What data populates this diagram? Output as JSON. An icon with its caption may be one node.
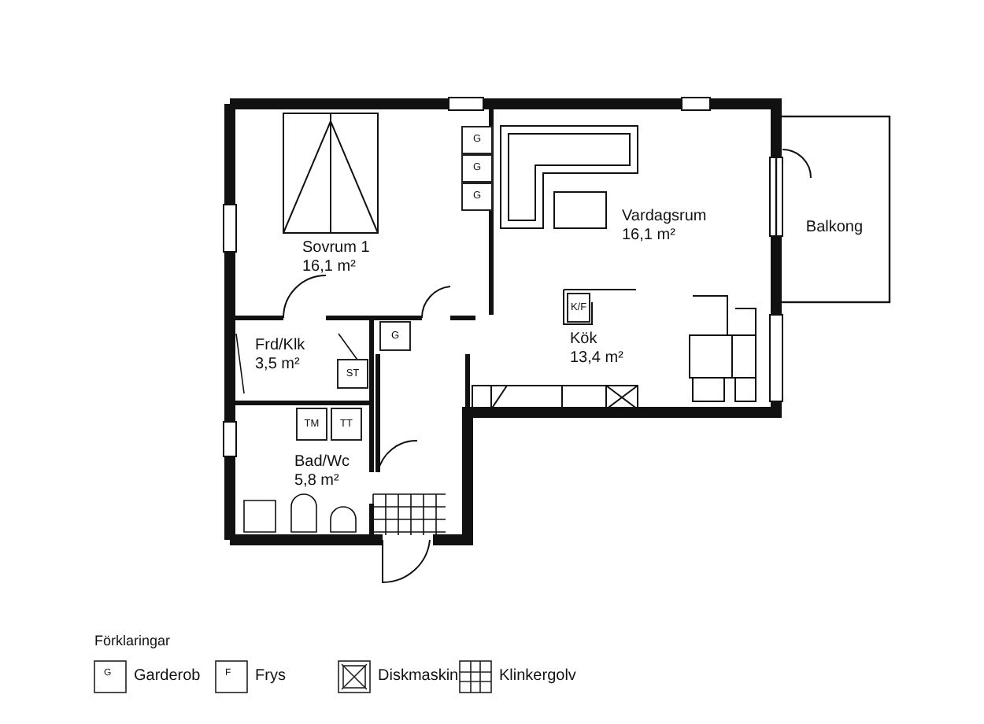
{
  "diagram": {
    "nodes": [
      {
        "text": [
          "Sovrum 1",
          "16,1 m²"
        ]
      },
      {
        "text": [
          "G"
        ],
        "in": 0
      },
      {
        "text": [
          "G"
        ],
        "in": 0
      },
      {
        "text": [
          "G"
        ],
        "in": 0
      },
      {
        "text": [
          "Frd/Klk",
          "3,5 m²"
        ]
      },
      {
        "text": [
          "ST"
        ],
        "in": 4
      },
      {
        "text": [
          "G"
        ]
      },
      {
        "text": [
          "Bad/Wc",
          "5,8 m²"
        ]
      },
      {
        "text": [
          "TM"
        ],
        "in": 7
      },
      {
        "text": [
          "TT"
        ],
        "in": 7
      },
      {
        "text": [
          "Vardagsrum",
          "16,1 m²"
        ]
      },
      {
        "text": [
          "Kök",
          "13,4 m²"
        ]
      },
      {
        "text": [
          "K/F"
        ],
        "in": 11
      },
      {
        "text": [
          "Balkong"
        ]
      }
    ],
    "edges": [],
    "labels": [
      "Förklaringar",
      "G",
      "F"
    ],
    "legend": [
      {
        "text": "Garderob"
      },
      {
        "text": "Frys"
      },
      {
        "text": "Diskmaskin"
      },
      {
        "text": "Klinkergolv"
      }
    ]
  }
}
